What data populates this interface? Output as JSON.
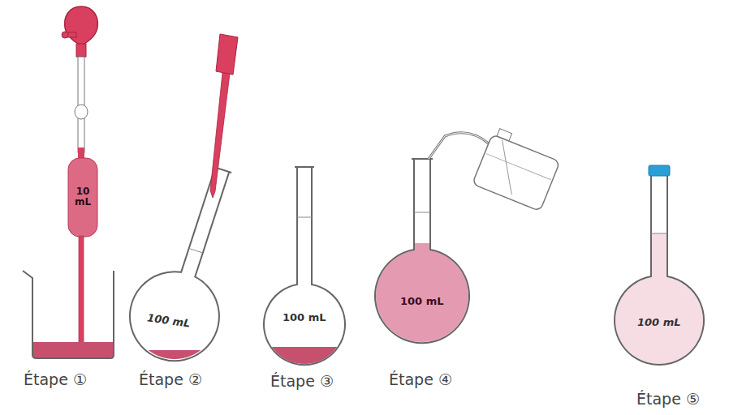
{
  "diagram": {
    "labels": [
      "10 mL",
      "100 mL",
      "100 mL",
      "100 mL",
      "100 mL",
      "Étape ①",
      "Étape ②",
      "Étape ③",
      "Étape ④",
      "Étape ⑤"
    ]
  }
}
